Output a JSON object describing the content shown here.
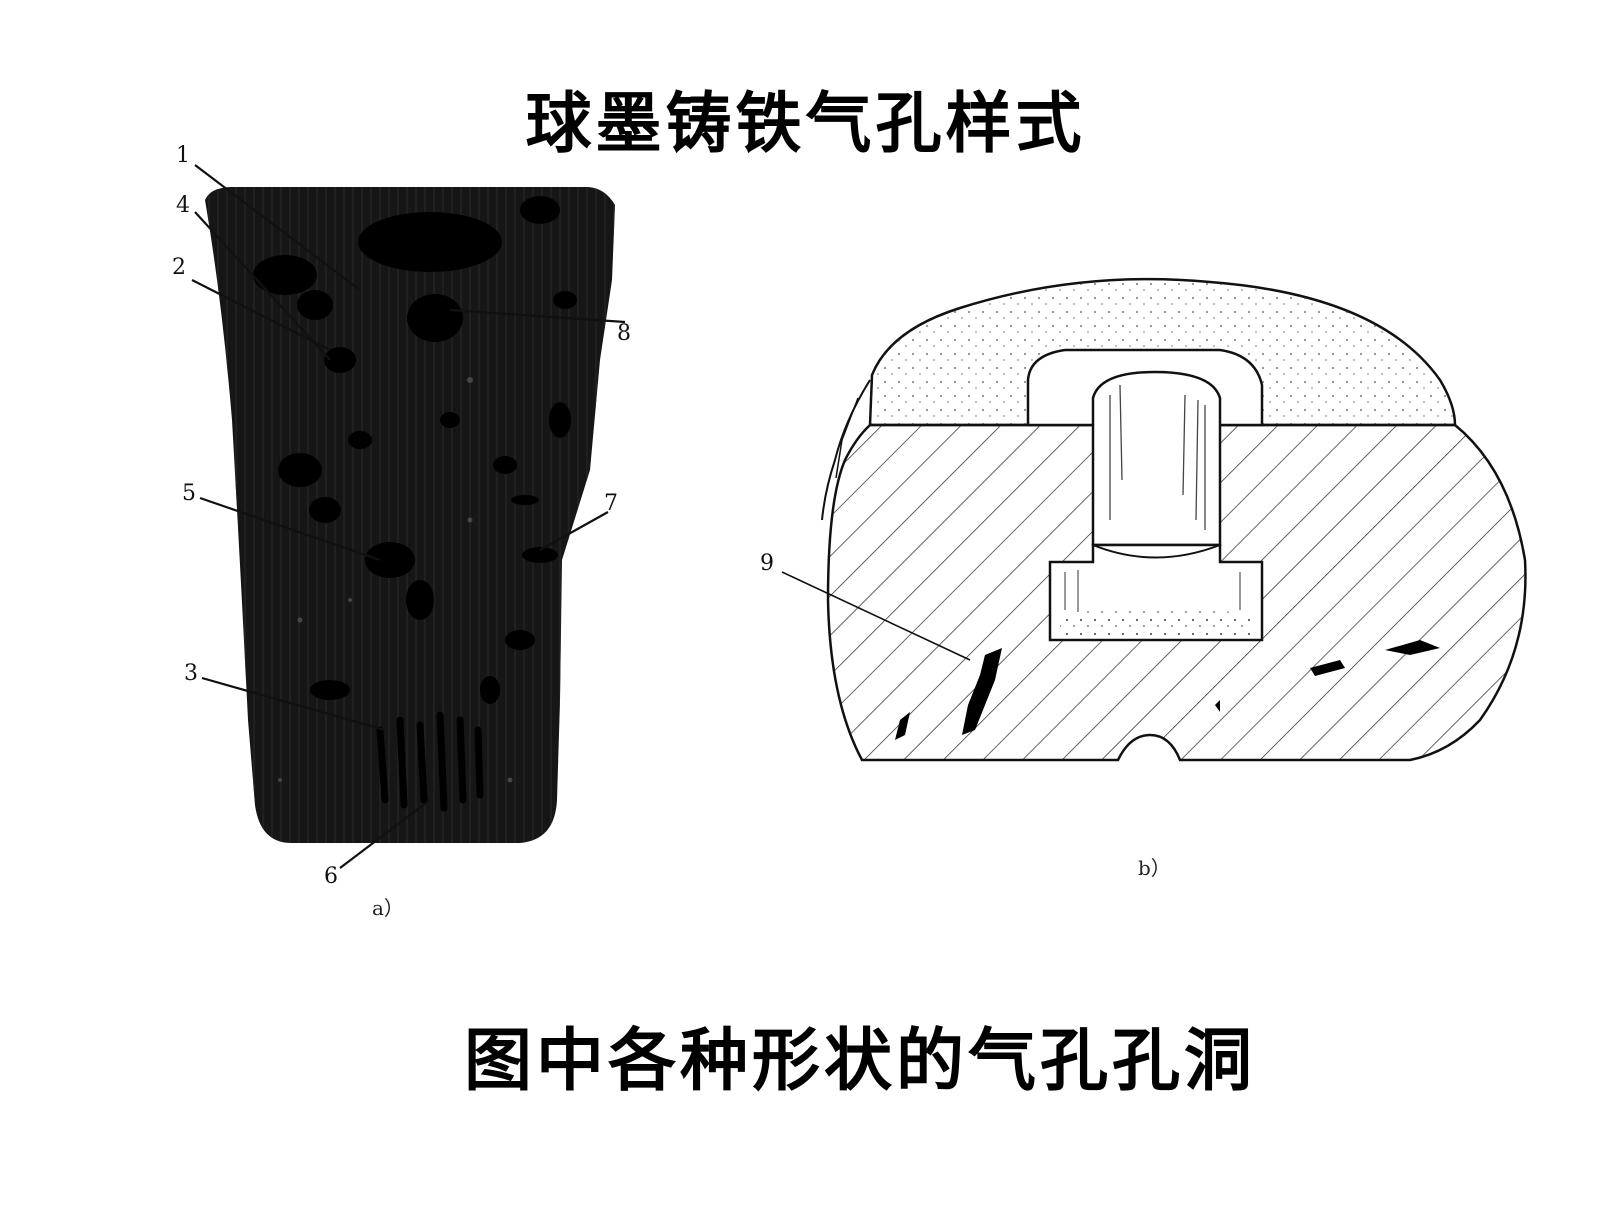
{
  "title": "球墨铸铁气孔样式",
  "caption": "图中各种形状的气孔孔洞",
  "figure_a": {
    "sublabel": "a）",
    "callouts": [
      "1",
      "4",
      "2",
      "8",
      "5",
      "7",
      "3",
      "6"
    ]
  },
  "figure_b": {
    "sublabel": "b）",
    "callouts": [
      "9"
    ]
  }
}
